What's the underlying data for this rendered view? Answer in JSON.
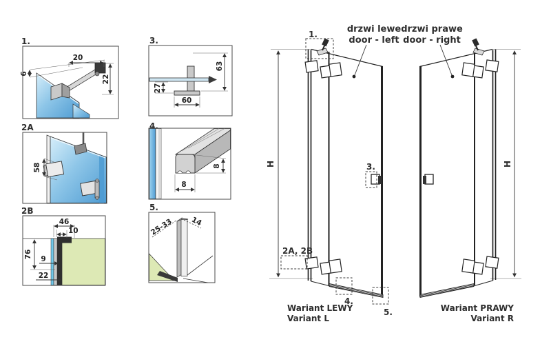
{
  "colors": {
    "line": "#333333",
    "glass_light": "#d6eefa",
    "glass_dark": "#4e9bd2",
    "cyan_strip": "#6fc8ea",
    "wall_green": "#dde9b5",
    "metal_gray": "#cfcfcf",
    "text": "#2e2e2e"
  },
  "details": {
    "d1": {
      "label": "1.",
      "dim_top": "20",
      "dim_left": "6",
      "dim_right": "22"
    },
    "d2a": {
      "label": "2A",
      "dim_hinge": "58"
    },
    "d2b": {
      "label": "2B",
      "dim_total": "46",
      "dim_offset": "10",
      "dim_height": "76",
      "dim_glass": "9",
      "dim_profile": "22"
    },
    "d3": {
      "label": "3.",
      "dim_height": "63",
      "dim_drop": "27",
      "dim_base": "60"
    },
    "d4": {
      "label": "4.",
      "dim_side": "8",
      "dim_bottom": "8"
    },
    "d5": {
      "label": "5.",
      "dim_range": "25-33",
      "dim_width": "14"
    }
  },
  "doors": {
    "left": {
      "title_pl": "drzwi lewe",
      "title_en": "door - left",
      "variant_pl": "Wariant LEWY",
      "variant_en": "Variant L",
      "height_label": "H",
      "callout_1": "1.",
      "callout_2": "2A, 2B",
      "callout_3": "3.",
      "callout_4": "4.",
      "callout_5": "5."
    },
    "right": {
      "title_pl": "drzwi prawe",
      "title_en": "door - right",
      "variant_pl": "Wariant PRAWY",
      "variant_en": "Variant R",
      "height_label": "H"
    }
  }
}
